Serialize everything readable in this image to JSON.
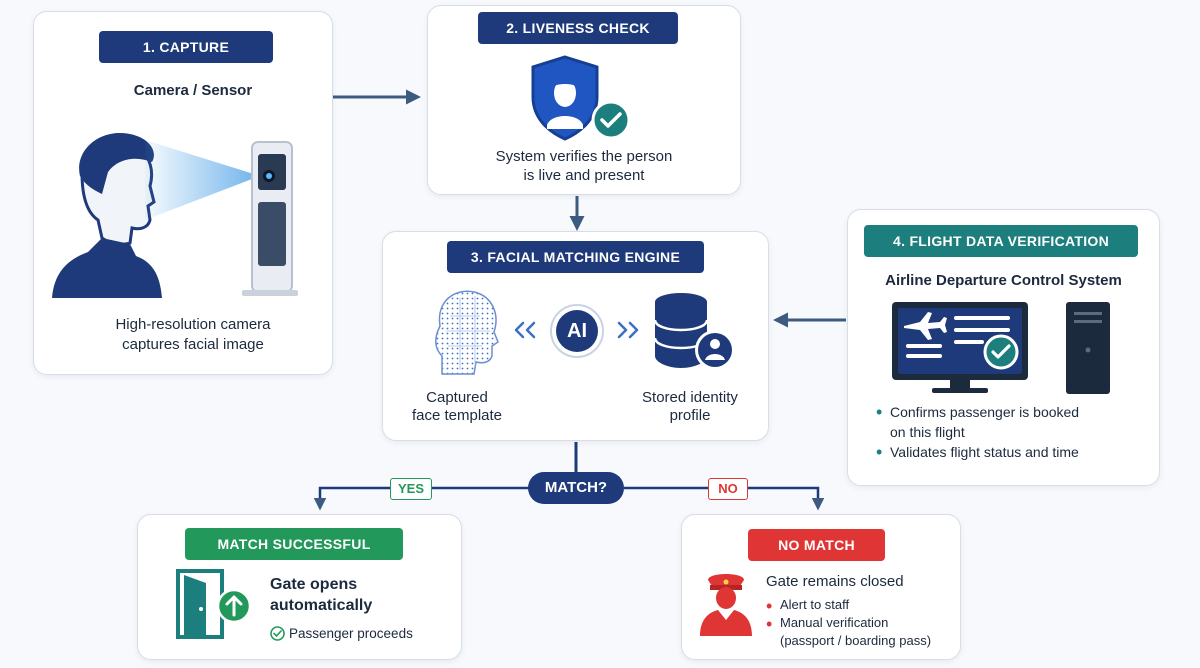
{
  "capture": {
    "header": "1. CAPTURE",
    "subtitle": "Camera / Sensor",
    "caption_line1": "High-resolution camera",
    "caption_line2": "captures facial image"
  },
  "liveness": {
    "header": "2. LIVENESS CHECK",
    "caption_line1": "System verifies the person",
    "caption_line2": "is live and present"
  },
  "matching": {
    "header": "3. FACIAL MATCHING ENGINE",
    "ai_label": "AI",
    "left_line1": "Captured",
    "left_line2": "face template",
    "right_line1": "Stored identity",
    "right_line2": "profile"
  },
  "flight": {
    "header": "4. FLIGHT DATA VERIFICATION",
    "subtitle": "Airline Departure Control System",
    "bullet1_line1": "Confirms passenger is booked",
    "bullet1_line2": "on this flight",
    "bullet2": "Validates flight status and time"
  },
  "decision": {
    "question": "MATCH?",
    "yes": "YES",
    "no": "NO"
  },
  "success": {
    "header": "MATCH SUCCESSFUL",
    "line1": "Gate opens",
    "line2": "automatically",
    "check_text": "Passenger proceeds"
  },
  "nomatch": {
    "header": "NO MATCH",
    "title": "Gate remains closed",
    "bullet1": "Alert to staff",
    "bullet2_line1": "Manual verification",
    "bullet2_line2": "(passport / boarding pass)"
  },
  "colors": {
    "navy": "#1e3a7a",
    "teal": "#1d7f7d",
    "green": "#22995a",
    "red": "#e03535",
    "arrow": "#3d5b80"
  }
}
